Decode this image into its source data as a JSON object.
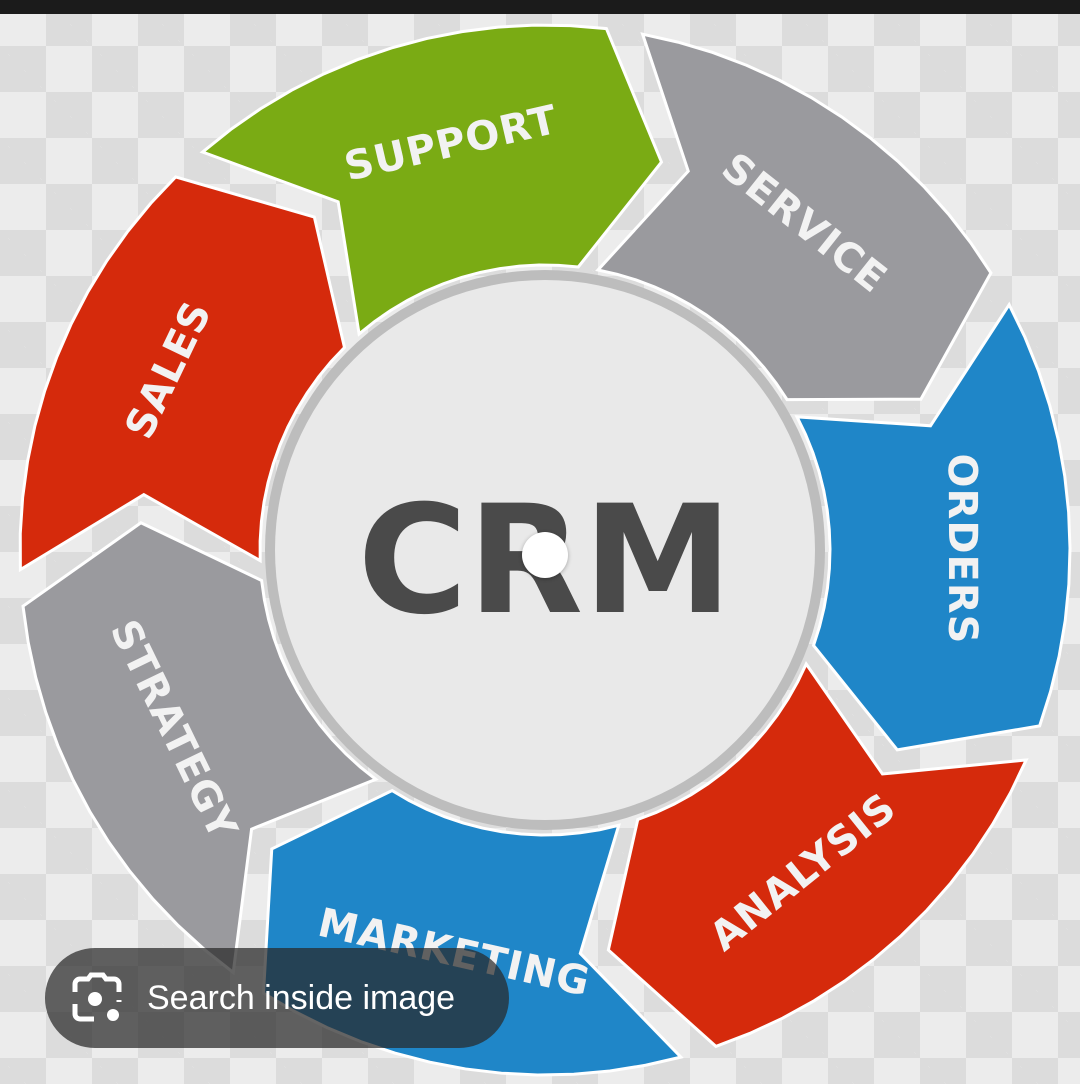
{
  "diagram": {
    "center_title": "CRM",
    "segments": [
      {
        "label": "SUPPORT",
        "color": "#7aab14"
      },
      {
        "label": "SERVICE",
        "color": "#9a9a9e"
      },
      {
        "label": "ORDERS",
        "color": "#1f86c8"
      },
      {
        "label": "ANALYSIS",
        "color": "#d52a0c"
      },
      {
        "label": "MARKETING",
        "color": "#1f86c8"
      },
      {
        "label": "STRATEGY",
        "color": "#9a9a9e"
      },
      {
        "label": "SALES",
        "color": "#d52a0c"
      }
    ]
  },
  "search_button": {
    "label": "Search inside image",
    "icon": "lens-camera-icon"
  }
}
